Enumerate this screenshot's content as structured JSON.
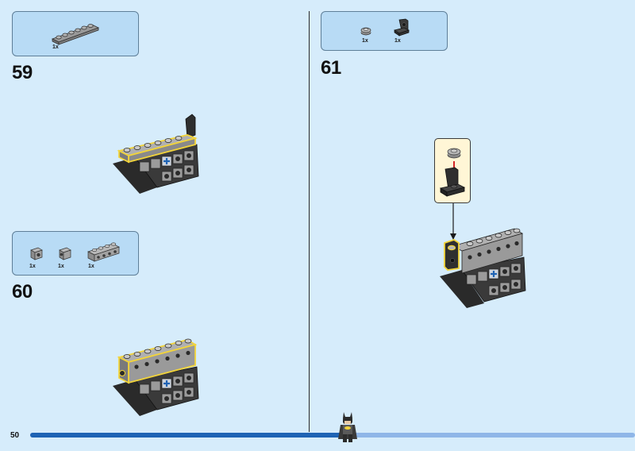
{
  "page": {
    "number": "50",
    "progress_fraction": 0.52
  },
  "steps": [
    {
      "number": "59",
      "parts": [
        {
          "qty": "1x",
          "icon": "plate-1x6-icon"
        }
      ]
    },
    {
      "number": "60",
      "parts": [
        {
          "qty": "1x",
          "icon": "brick-1x1-side-stud-icon"
        },
        {
          "qty": "1x",
          "icon": "brick-1x1-headlight-icon"
        },
        {
          "qty": "1x",
          "icon": "brick-1x4-side-studs-icon"
        }
      ]
    },
    {
      "number": "61",
      "parts": [
        {
          "qty": "1x",
          "icon": "round-plate-1x1-icon"
        },
        {
          "qty": "1x",
          "icon": "bracket-1x1-up-icon"
        }
      ]
    }
  ],
  "colors": {
    "background": "#d6ecfb",
    "parts_box": "#b8dbf5",
    "callout": "#fff6d6",
    "highlight": "#f2d43a",
    "arrow": "#d01012",
    "progress": "#1e63b4"
  }
}
